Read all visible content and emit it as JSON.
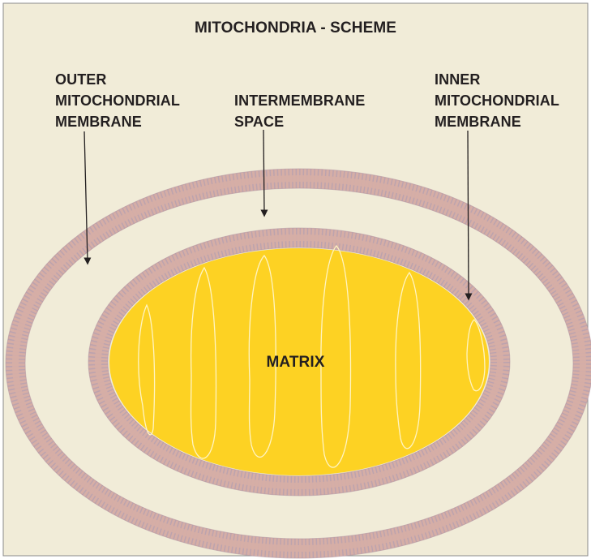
{
  "diagram": {
    "title": "MITOCHONDRIA - SCHEME",
    "labels": {
      "outer_membrane": [
        "OUTER",
        "MITOCHONDRIAL",
        "MEMBRANE"
      ],
      "intermembrane_space": [
        "INTERMEMBRANE",
        "SPACE"
      ],
      "inner_membrane": [
        "INNER",
        "MITOCHONDRIAL",
        "MEMBRANE"
      ],
      "matrix": "MATRIX"
    }
  },
  "colors": {
    "page_border": "#8a8a8a",
    "background": "#f1ecd8",
    "membrane": "#d6aea6",
    "membrane_heads": "#a79bb4",
    "matrix_fill": "#fdd223",
    "cristae_stroke": "#fff4c2",
    "arrow": "#231f20",
    "text": "#231f20"
  }
}
